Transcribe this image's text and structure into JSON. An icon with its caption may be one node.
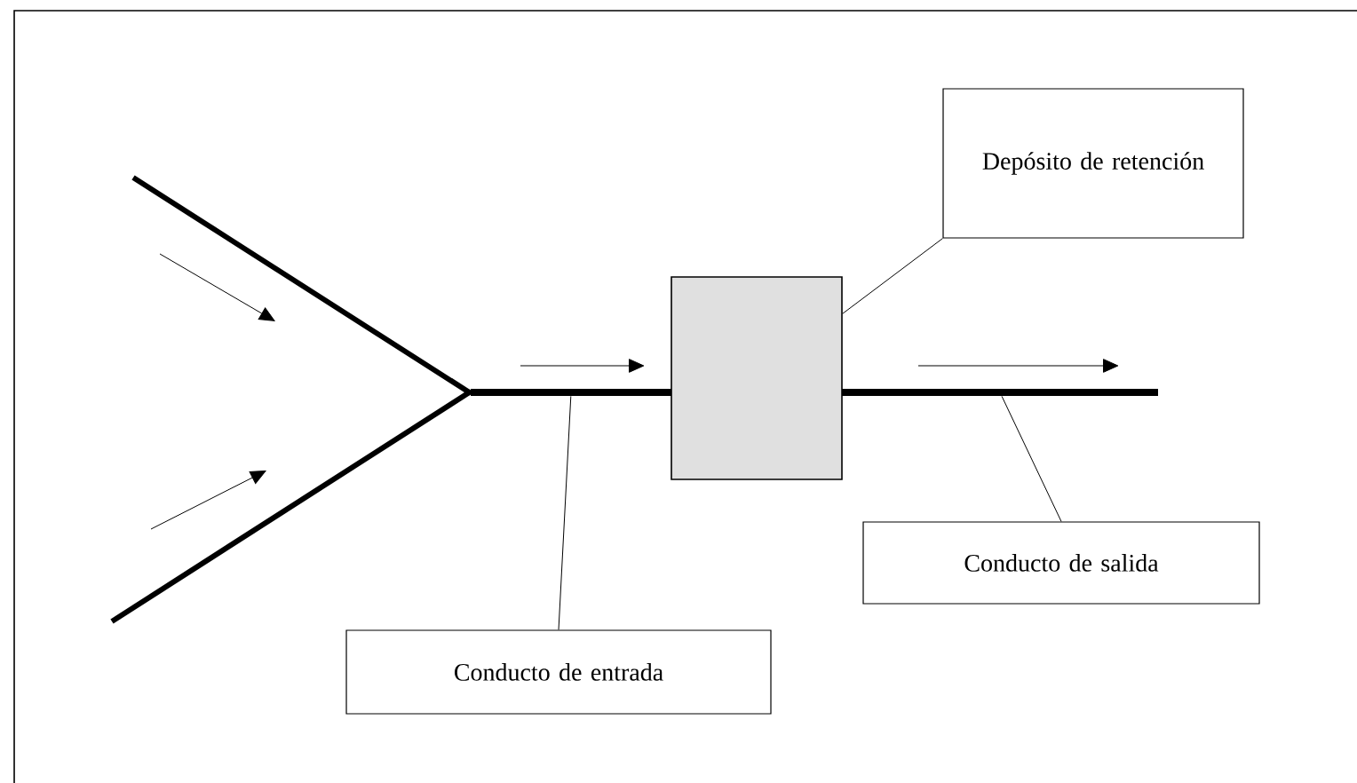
{
  "diagram": {
    "nodes": [
      {
        "text": [
          "Depósito de retención"
        ]
      },
      {
        "text": [
          "Conducto de salida"
        ]
      },
      {
        "text": [
          "Conducto de entrada"
        ]
      },
      {
        "text": [],
        "shape": "box"
      },
      {
        "text": [],
        "shape": "bar"
      },
      {
        "text": [],
        "shape": "bar"
      }
    ],
    "edges": [
      {
        "from": 0,
        "to": 3,
        "arrow": "none"
      },
      {
        "from": 1,
        "to": 5,
        "arrow": "none"
      },
      {
        "from": 2,
        "to": 4,
        "arrow": "none"
      }
    ]
  }
}
